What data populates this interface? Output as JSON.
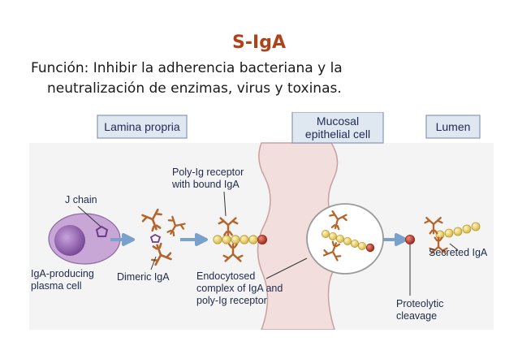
{
  "title": "S-IgA",
  "subtitle_line1": "Función: Inhibir la adherencia bacteriana y la",
  "subtitle_line2": "neutralización de enzimas, virus y toxinas.",
  "diagram": {
    "compartments": {
      "lamina_propria": "Lamina propria",
      "mucosal_line1": "Mucosal",
      "mucosal_line2": "epithelial cell",
      "lumen": "Lumen"
    },
    "labels": {
      "j_chain": "J chain",
      "plasma_line1": "IgA-producing",
      "plasma_line2": "plasma cell",
      "poly_line1": "Poly-Ig receptor",
      "poly_line2": "with bound IgA",
      "dimeric": "Dimeric IgA",
      "endo_line1": "Endocytosed",
      "endo_line2": "complex of IgA and",
      "endo_line3": "poly-Ig receptor",
      "secreted": "Secreted IgA",
      "cleavage_line1": "Proteolytic",
      "cleavage_line2": "cleavage"
    },
    "colors": {
      "igA": "#b5652c",
      "receptor_bead": "#e9d36a",
      "cleavage_dot": "#c0392b",
      "plasma_cell": "#c8a6d6",
      "nucleus": "#8d5aa8",
      "epithelial": "#f3dede",
      "arrow": "#7aa0cc",
      "header_box": "#dfe7f1"
    }
  }
}
